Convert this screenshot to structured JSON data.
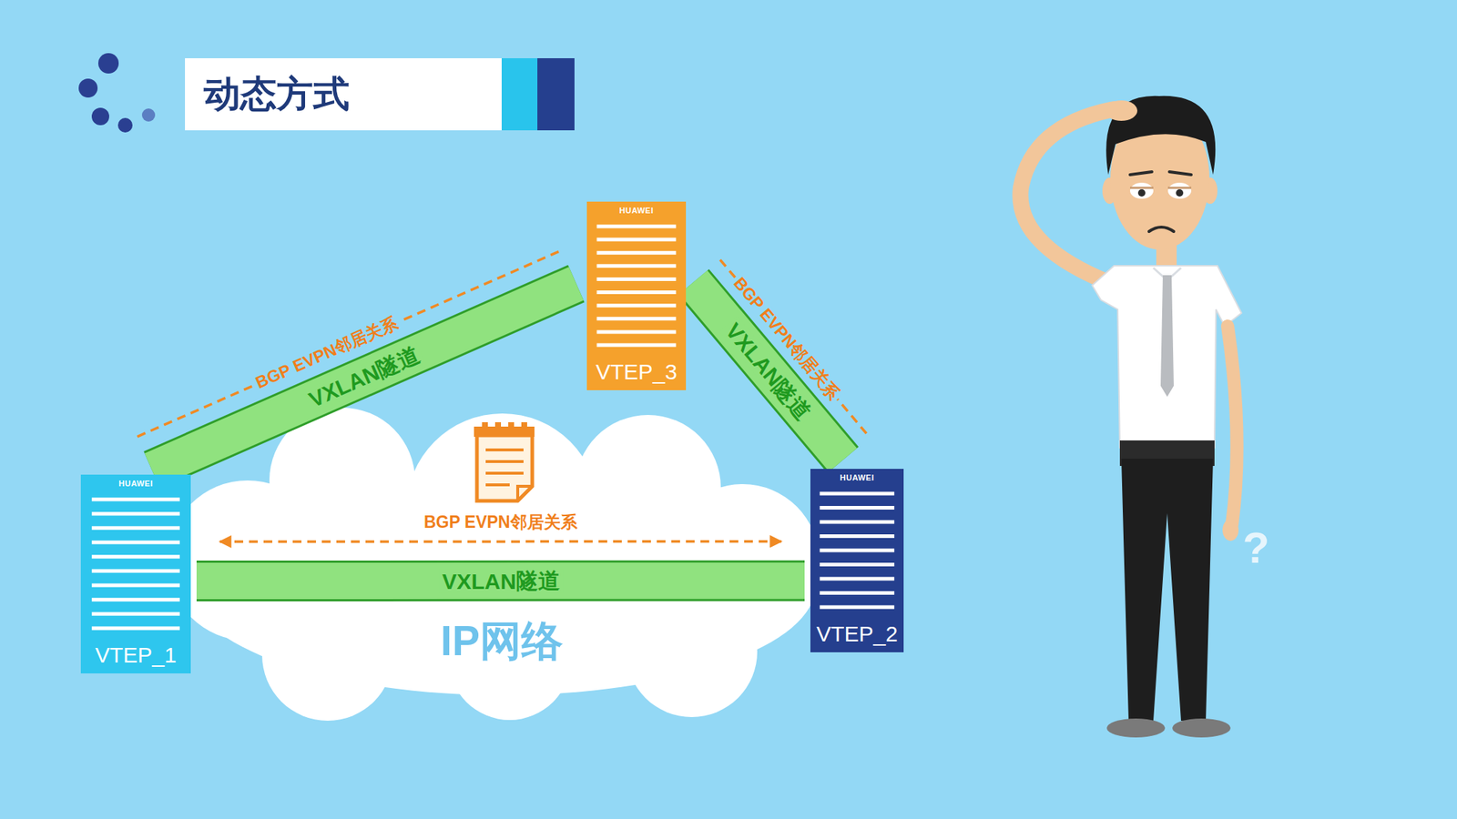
{
  "diagram": {
    "title": "动态方式",
    "nodes": [
      {
        "text": [
          "HUAWEI",
          "VTEP_3"
        ]
      },
      {
        "text": [
          "HUAWEI",
          "VTEP_1"
        ]
      },
      {
        "text": [
          "HUAWEI",
          "VTEP_2"
        ]
      }
    ],
    "edges": [
      {
        "from": 1,
        "to": 0,
        "arrow": "none",
        "label": "VXLAN隧道"
      },
      {
        "from": 1,
        "to": 0,
        "arrow": "none",
        "label": "BGP EVPN邻居关系"
      },
      {
        "from": 0,
        "to": 2,
        "arrow": "none",
        "label": "VXLAN隧道"
      },
      {
        "from": 0,
        "to": 2,
        "arrow": "none",
        "label": "BGP EVPN邻居关系"
      },
      {
        "from": 1,
        "to": 2,
        "arrow": "none",
        "label": "VXLAN隧道"
      },
      {
        "from": 1,
        "to": 2,
        "arrow": "both",
        "label": "BGP EVPN邻居关系"
      }
    ],
    "labels": [
      "IP网络",
      "?"
    ]
  }
}
